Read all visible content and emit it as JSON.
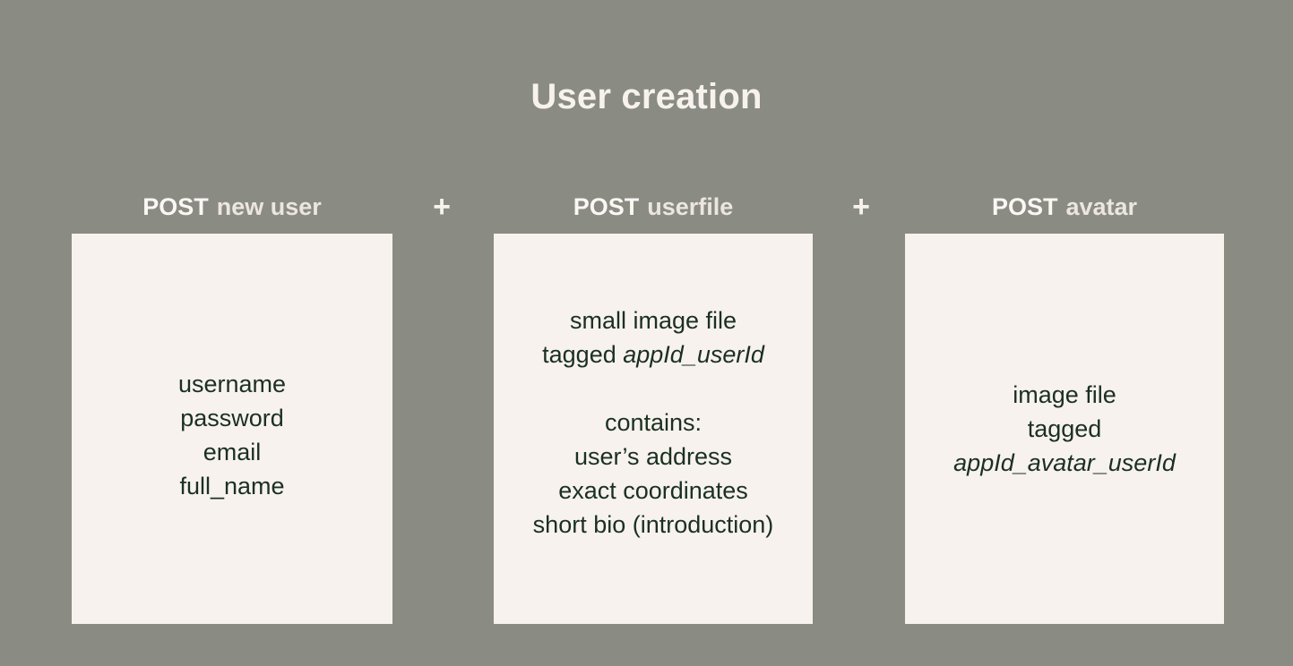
{
  "page": {
    "title": "User creation",
    "background_color": "#8a8b83",
    "card_color": "#f7f2ee",
    "title_color": "#f7f2ee",
    "card_text_color": "#1b3020"
  },
  "separators": {
    "plus": "+"
  },
  "columns": [
    {
      "method": "POST",
      "resource": "new user",
      "card": {
        "blocks": [
          {
            "lines": [
              {
                "text": "username",
                "italic": false
              },
              {
                "text": "password",
                "italic": false
              },
              {
                "text": "email",
                "italic": false
              },
              {
                "text": "full_name",
                "italic": false
              }
            ]
          }
        ]
      }
    },
    {
      "method": "POST",
      "resource": "userfile",
      "card": {
        "blocks": [
          {
            "lines": [
              {
                "text": "small image file",
                "italic": false
              },
              {
                "prefix": "tagged ",
                "text": "appId_userId",
                "italic": true
              }
            ]
          },
          {
            "lines": [
              {
                "text": "contains:",
                "italic": false
              },
              {
                "text": "user’s address",
                "italic": false
              },
              {
                "text": "exact coordinates",
                "italic": false
              },
              {
                "text": "short bio (introduction)",
                "italic": false
              }
            ]
          }
        ]
      }
    },
    {
      "method": "POST",
      "resource": "avatar",
      "card": {
        "blocks": [
          {
            "lines": [
              {
                "text": "image file",
                "italic": false
              },
              {
                "text": "tagged",
                "italic": false
              },
              {
                "text": "appId_avatar_userId",
                "italic": true
              }
            ]
          }
        ]
      }
    }
  ]
}
